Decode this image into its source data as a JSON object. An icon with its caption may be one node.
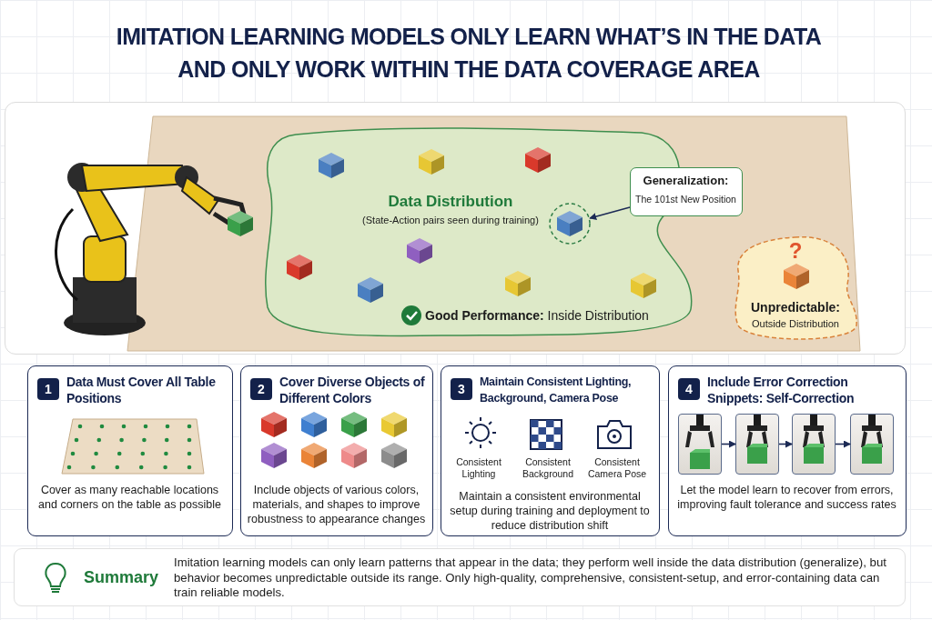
{
  "diagram": {
    "title": "IMITATION LEARNING MODELS ONLY LEARN WHAT’S IN THE DATA AND ONLY WORK WITHIN THE DATA COVERAGE AREA",
    "nodes": [
      {
        "text": [
          "Data Distribution",
          "(State-Action pairs seen during training)",
          "**Good Performance:** Inside Distribution"
        ]
      },
      {
        "text": [
          "Generalization:",
          "The 101st New Position"
        ]
      },
      {
        "text": [],
        "shape": "circle",
        "in": 0
      },
      {
        "text": [
          "?",
          "Unpredictable:",
          "Outside Distribution"
        ]
      },
      {
        "text": [
          "1",
          "Data Must Cover All Table Positions",
          "Cover as many reachable locations and corners on the table as possible"
        ]
      },
      {
        "text": [
          "2",
          "Cover Diverse Objects of Different Colors",
          "Include objects of various colors, materials, and shapes to improve robustness to appearance changes"
        ]
      },
      {
        "text": [
          "3",
          "Maintain Consistent Lighting, Background, Camera Pose",
          "Consistent Lighting",
          "Consistent Background",
          "Consistent Camera Pose",
          "Maintain a consistent environmental setup during training and deployment to reduce distribution shift"
        ]
      },
      {
        "text": [
          "4",
          "Include Error Correction Snippets: Self-Correction",
          "Let the model learn to recover from errors, improving fault tolerance and success rates"
        ]
      },
      {
        "text": [],
        "shape": "picture",
        "in": 7
      },
      {
        "text": [],
        "shape": "picture",
        "in": 7
      },
      {
        "text": [],
        "shape": "picture",
        "in": 7
      },
      {
        "text": [],
        "shape": "picture",
        "in": 7
      },
      {
        "text": [
          "Summary",
          "Imitation learning models can only learn patterns that appear in the data; they perform well inside the data distribution (generalize), but behavior becomes unpredictable outside its range. Only high-quality, comprehensive, consistent-setup, and error-containing data can train reliable models."
        ]
      }
    ],
    "edges": [
      {
        "from": 1,
        "to": 2,
        "arrow": "to"
      },
      {
        "from": 8,
        "to": 9,
        "arrow": "to"
      },
      {
        "from": 9,
        "to": 10,
        "arrow": "to"
      },
      {
        "from": 10,
        "to": 11,
        "arrow": "to"
      }
    ]
  }
}
